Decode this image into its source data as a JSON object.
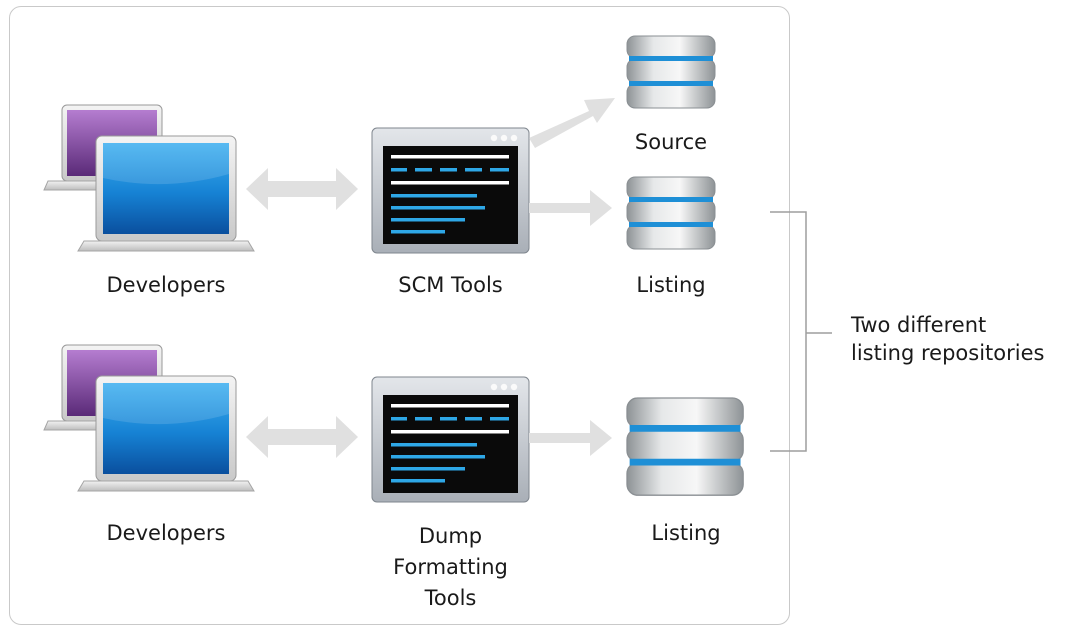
{
  "top_row": {
    "developers_label": "Developers",
    "tool_label": "SCM Tools",
    "repos": [
      {
        "label": "Source"
      },
      {
        "label": "Listing"
      }
    ]
  },
  "bottom_row": {
    "developers_label": "Developers",
    "tool_label_lines": [
      "Dump",
      "Formatting",
      "Tools"
    ],
    "repo_label": "Listing"
  },
  "bracket_note": {
    "lines": [
      "Two different",
      "listing repositories"
    ]
  }
}
